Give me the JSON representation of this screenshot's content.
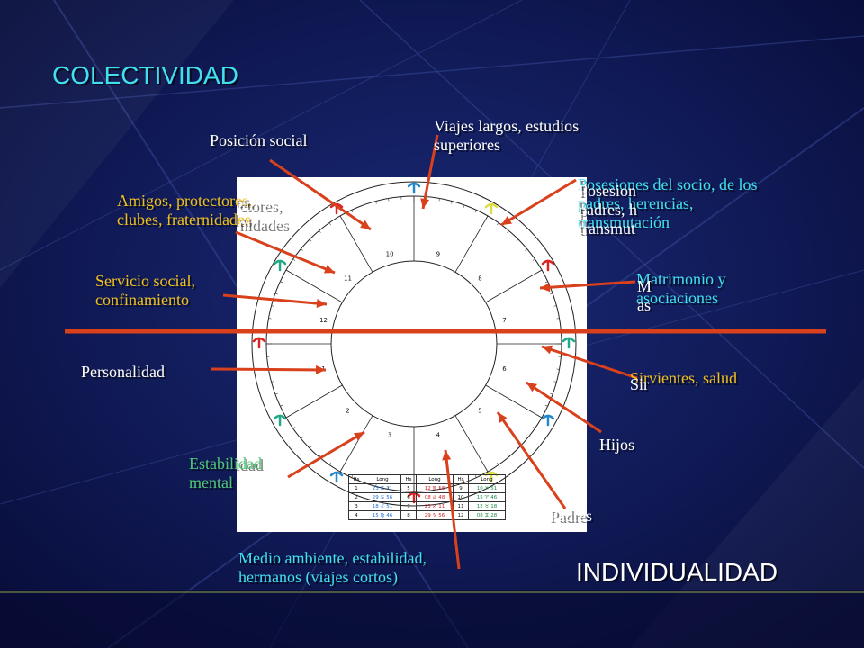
{
  "headings": {
    "collective": "COLECTIVIDAD",
    "individual": "INDIVIDUALIDAD"
  },
  "houses": [
    {
      "num": "1",
      "label_lines": [
        "Personalidad"
      ]
    },
    {
      "num": "2",
      "label_lines": [
        "Estabilidad",
        "mental"
      ]
    },
    {
      "num": "3",
      "label_lines": [
        "Medio ambiente, estabilidad,",
        "hermanos (viajes cortos)"
      ]
    },
    {
      "num": "4",
      "label_lines": [
        "Padres"
      ]
    },
    {
      "num": "5",
      "label_lines": [
        "Hijos"
      ]
    },
    {
      "num": "6",
      "label_lines": [
        "Sirvientes, salud"
      ]
    },
    {
      "num": "7",
      "label_lines": [
        "Matrimonio y",
        "asociaciones"
      ]
    },
    {
      "num": "8",
      "label_lines": [
        "Posesiones del socio, de los",
        "padres, herencias,",
        "transmutación"
      ]
    },
    {
      "num": "9",
      "label_lines": [
        "Viajes largos, estudios",
        "superiores"
      ]
    },
    {
      "num": "10",
      "label_lines": [
        "Posición social"
      ]
    },
    {
      "num": "11",
      "label_lines": [
        "Amigos, protectores,",
        "clubes, fraternidades"
      ]
    },
    {
      "num": "12",
      "label_lines": [
        "Servicio social,",
        "confinamiento"
      ]
    }
  ],
  "overlap_fragments": {
    "house8_fragment": [
      "Posesion",
      "padres, h",
      "transmut"
    ],
    "house7_fragment": [
      "M",
      "as"
    ],
    "house6_fragment": [
      "Sir"
    ],
    "house11_fragment": [
      "ctores,",
      "nidades"
    ]
  },
  "table": {
    "headers": [
      "Hs",
      "Long",
      "Hs",
      "Long",
      "Hs",
      "Long"
    ],
    "rows": [
      [
        "1",
        "23 ♊ 11",
        "5",
        "12 ♍ 18",
        "9",
        "10 ♓ 51"
      ],
      [
        "2",
        "29 ♋ 56",
        "6",
        "08 ♎ 48",
        "10",
        "15 ♈ 46"
      ],
      [
        "3",
        "18 ♌ 51",
        "7",
        "23 ♐ 11",
        "11",
        "12 ♉ 18"
      ],
      [
        "4",
        "15 ♍ 46",
        "8",
        "29 ♑ 56",
        "12",
        "08 ♊ 28"
      ]
    ]
  },
  "colors": {
    "background": "#0c1450",
    "accent_red": "#d9401c",
    "label_white": "#ffffff",
    "label_yellow": "#f0c020",
    "label_cyan": "#40e0f0",
    "label_green": "#50c878",
    "heading_cyan": "#40e0f0",
    "heading_white": "#ffffff"
  },
  "icons": {
    "zodiac_glyphs": [
      "aries-icon",
      "taurus-icon",
      "gemini-icon",
      "cancer-icon",
      "leo-icon",
      "virgo-icon",
      "libra-icon",
      "scorpio-icon",
      "sagittarius-icon",
      "capricorn-icon",
      "aquarius-icon",
      "pisces-icon"
    ],
    "pointer": "arrow-icon"
  }
}
